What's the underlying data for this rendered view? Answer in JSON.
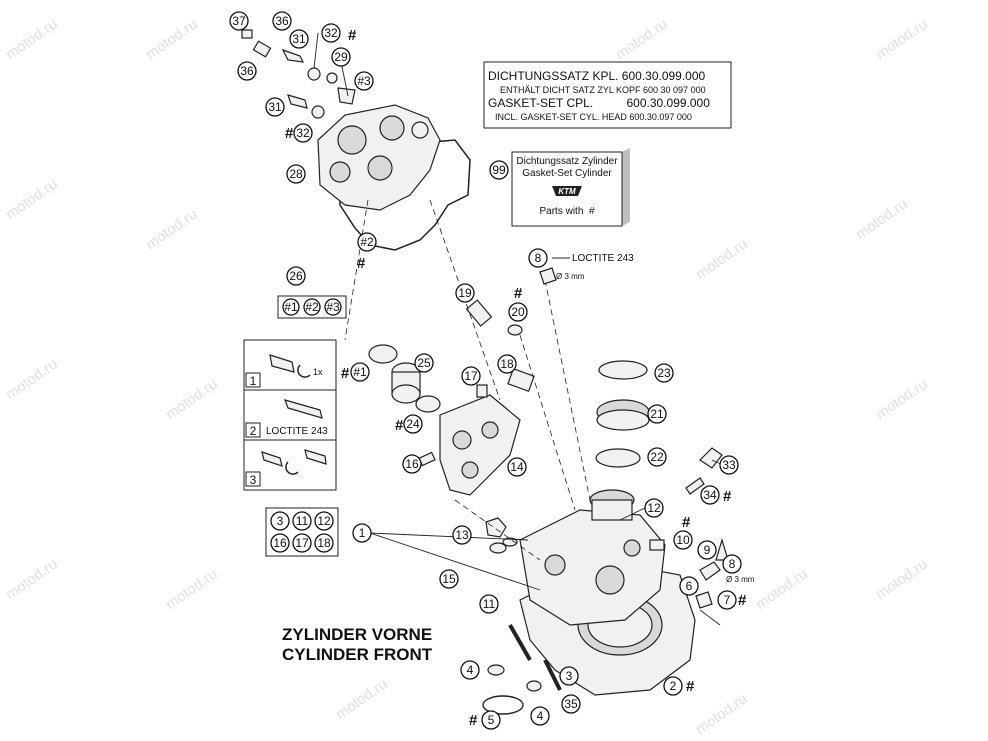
{
  "title": {
    "line1": "ZYLINDER VORNE",
    "line2": "CYLINDER FRONT"
  },
  "gasket_kit_box": {
    "line1": "DICHTUNGSSATZ KPL. 600.30.099.000",
    "line2": "ENTHÄLT DICHT SATZ ZYL KOPF 600 30 097 000",
    "line3": "GASKET-SET CPL.          600.30.099.000",
    "line4": "INCL. GASKET-SET CYL. HEAD 600.30.097 000"
  },
  "cylinder_kit_box": {
    "callout": "99",
    "line1": "Dichtungssatz Zylinder",
    "line2": "Gasket-Set Cylinder",
    "brand": "KTM",
    "line3": "Parts with  #"
  },
  "loctite": {
    "top": "LOCTITE 243",
    "top_diameter": "Ø 3 mm",
    "right_diameter": "Ø 3 mm"
  },
  "install_steps": {
    "step1": "1",
    "step1_note": "1x",
    "step2": "2",
    "step2_note": "LOCTITE 243",
    "step3": "3"
  },
  "group_26": [
    "#1",
    "#2",
    "#3"
  ],
  "group_1": [
    "3",
    "11",
    "12",
    "16",
    "17",
    "18"
  ],
  "callouts": [
    "37",
    "36",
    "32",
    "31",
    "29",
    "#3",
    "36",
    "31",
    "32",
    "28",
    "#2",
    "26",
    "19",
    "20",
    "8",
    "25",
    "#1",
    "18",
    "17",
    "23",
    "21",
    "24",
    "22",
    "16",
    "14",
    "33",
    "34",
    "12",
    "1",
    "13",
    "10",
    "9",
    "8",
    "15",
    "6",
    "7",
    "11",
    "2",
    "4",
    "3",
    "5",
    "4",
    "35"
  ],
  "watermark": "motod.ru"
}
